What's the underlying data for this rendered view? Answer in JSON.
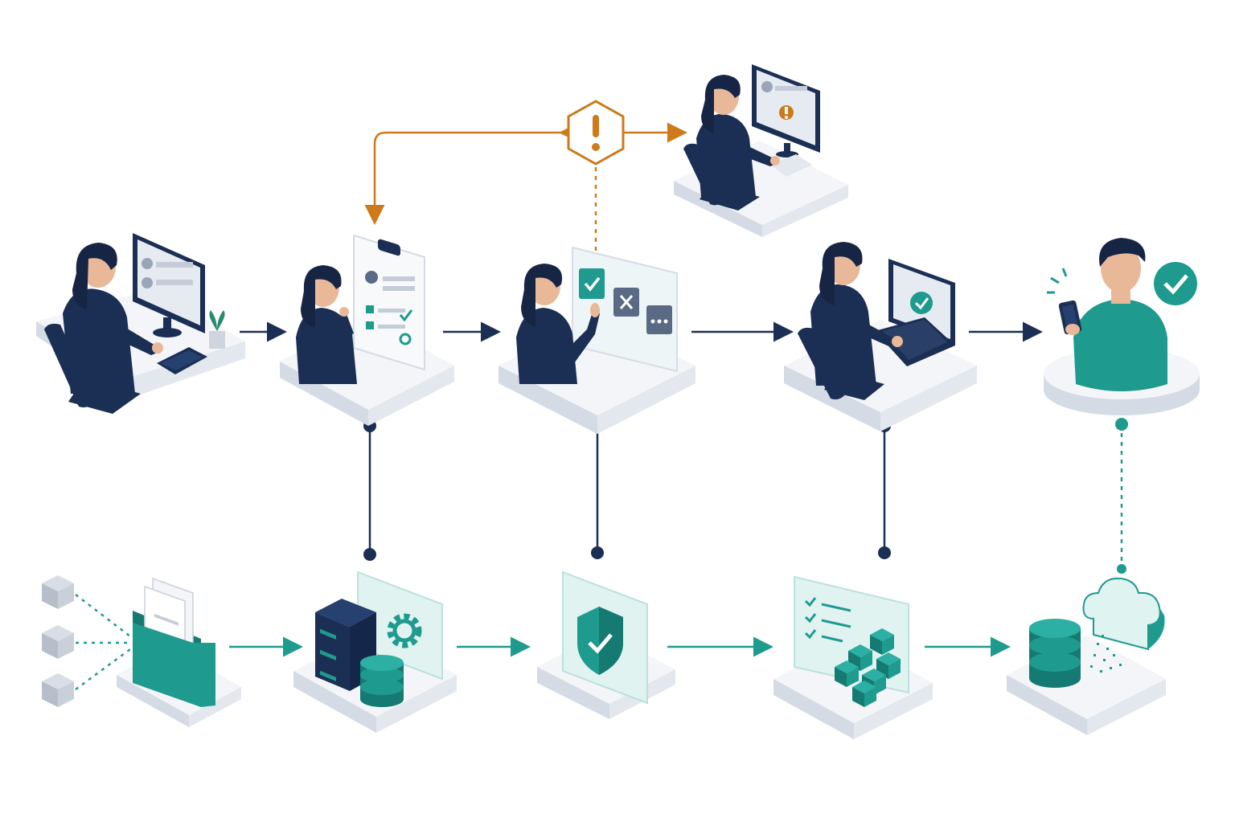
{
  "diagram": {
    "nodes": [
      {
        "id": "n1",
        "name": "employee-workstation",
        "row": "top"
      },
      {
        "id": "n2",
        "name": "clipboard-review",
        "row": "top"
      },
      {
        "id": "n3",
        "name": "decision-panel",
        "row": "top"
      },
      {
        "id": "n4",
        "name": "laptop-processing",
        "row": "top"
      },
      {
        "id": "n5",
        "name": "customer-mobile-confirmation",
        "row": "top"
      },
      {
        "id": "n6",
        "name": "escalation-workstation",
        "row": "branch"
      },
      {
        "id": "b1",
        "name": "data-folder",
        "row": "bottom"
      },
      {
        "id": "b2",
        "name": "server-gear-database",
        "row": "bottom"
      },
      {
        "id": "b3",
        "name": "security-shield",
        "row": "bottom"
      },
      {
        "id": "b4",
        "name": "checklist-cubes",
        "row": "bottom"
      },
      {
        "id": "b5",
        "name": "cloud-database",
        "row": "bottom"
      }
    ],
    "colors": {
      "navy": "#1b2f55",
      "teal": "#1f9a8f",
      "teal_dark": "#147a72",
      "orange": "#cc7a1a",
      "platform": "#eef1f5",
      "platform_side": "#d5dbe4",
      "skin": "#e9b899",
      "hair": "#172545",
      "glass": "#dff3f1"
    },
    "icons": [
      "warning-hexagon-icon",
      "check-icon",
      "close-icon",
      "ellipsis-icon",
      "gear-icon",
      "shield-icon",
      "cloud-icon",
      "database-icon",
      "folder-icon"
    ]
  }
}
